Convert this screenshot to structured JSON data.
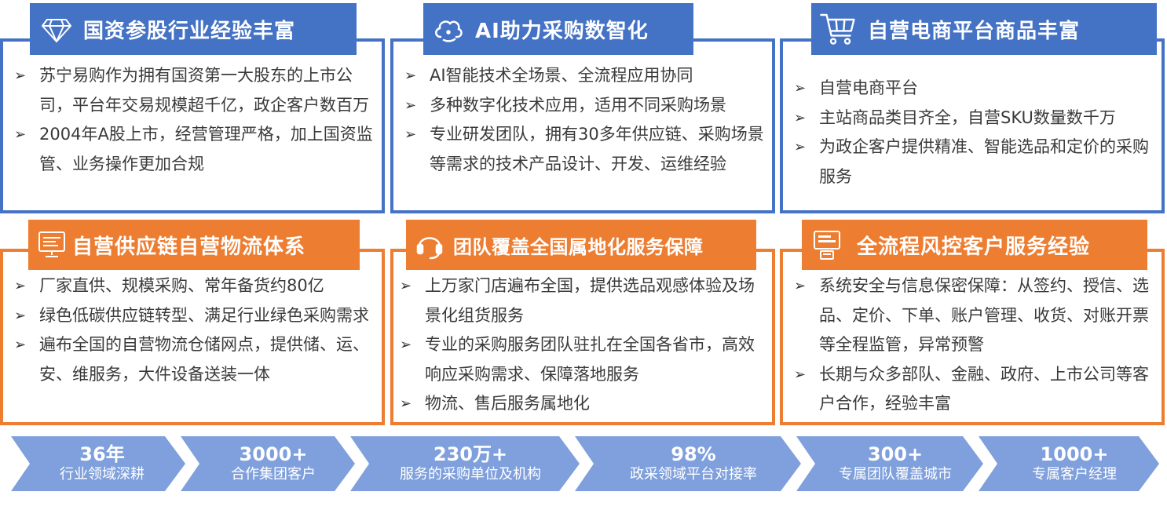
{
  "cards": [
    {
      "title": "国资参股行业经验丰富",
      "icon": "diamond-icon",
      "bullets": [
        "苏宁易购作为拥有国资第一大股东的上市公司，平台年交易规模超千亿，政企客户数百万",
        "2004年A股上市，经营管理严格，加上国资监管、业务操作更加合规"
      ]
    },
    {
      "title": "AI助力采购数智化",
      "icon": "cloud-icon",
      "bullets": [
        "AI智能技术全场景、全流程应用协同",
        "多种数字化技术应用，适用不同采购场景",
        "专业研发团队，拥有30多年供应链、采购场景等需求的技术产品设计、开发、运维经验"
      ]
    },
    {
      "title": "自营电商平台商品丰富",
      "icon": "shopping-cart-icon",
      "bullets": [
        "自营电商平台",
        "主站商品类目齐全，自营SKU数量数千万",
        "为政企客户提供精准、智能选品和定价的采购服务"
      ]
    },
    {
      "title": "自营供应链自营物流体系",
      "icon": "monitor-icon",
      "bullets": [
        "厂家直供、规模采购、常年备货约80亿",
        "绿色低碳供应链转型、满足行业绿色采购需求",
        "遍布全国的自营物流仓储网点，提供储、运、安、维服务，大件设备送装一体"
      ]
    },
    {
      "title": "团队覆盖全国属地化服务保障",
      "icon": "headset-icon",
      "bullets": [
        "上万家门店遍布全国，提供选品观感体验及场景化组货服务",
        "专业的采购服务团队驻扎在全国各省市，高效响应采购需求、保障落地服务",
        "物流、售后服务属地化"
      ]
    },
    {
      "title": "全流程风控客户服务经验",
      "icon": "computer-icon",
      "bullets": [
        "系统安全与信息保密保障：从签约、授信、选品、定价、下单、账户管理、收货、对账开票等全程监管，异常预警",
        "长期与众多部队、金融、政府、上市公司等客户合作，经验丰富"
      ]
    }
  ],
  "stats": [
    {
      "value": "36年",
      "label": "行业领域深耕"
    },
    {
      "value": "3000+",
      "label": "合作集团客户"
    },
    {
      "value": "230万+",
      "label": "服务的采购单位及机构"
    },
    {
      "value": "98%",
      "label": "政采领域平台对接率"
    },
    {
      "value": "300+",
      "label": "专属团队覆盖城市"
    },
    {
      "value": "1000+",
      "label": "专属客户经理"
    }
  ],
  "bullet_marker": "➢",
  "colors": {
    "blue": "#4472c4",
    "orange": "#ed7d31",
    "chevron": "#7fa0dc",
    "text": "#3a3a3a"
  }
}
